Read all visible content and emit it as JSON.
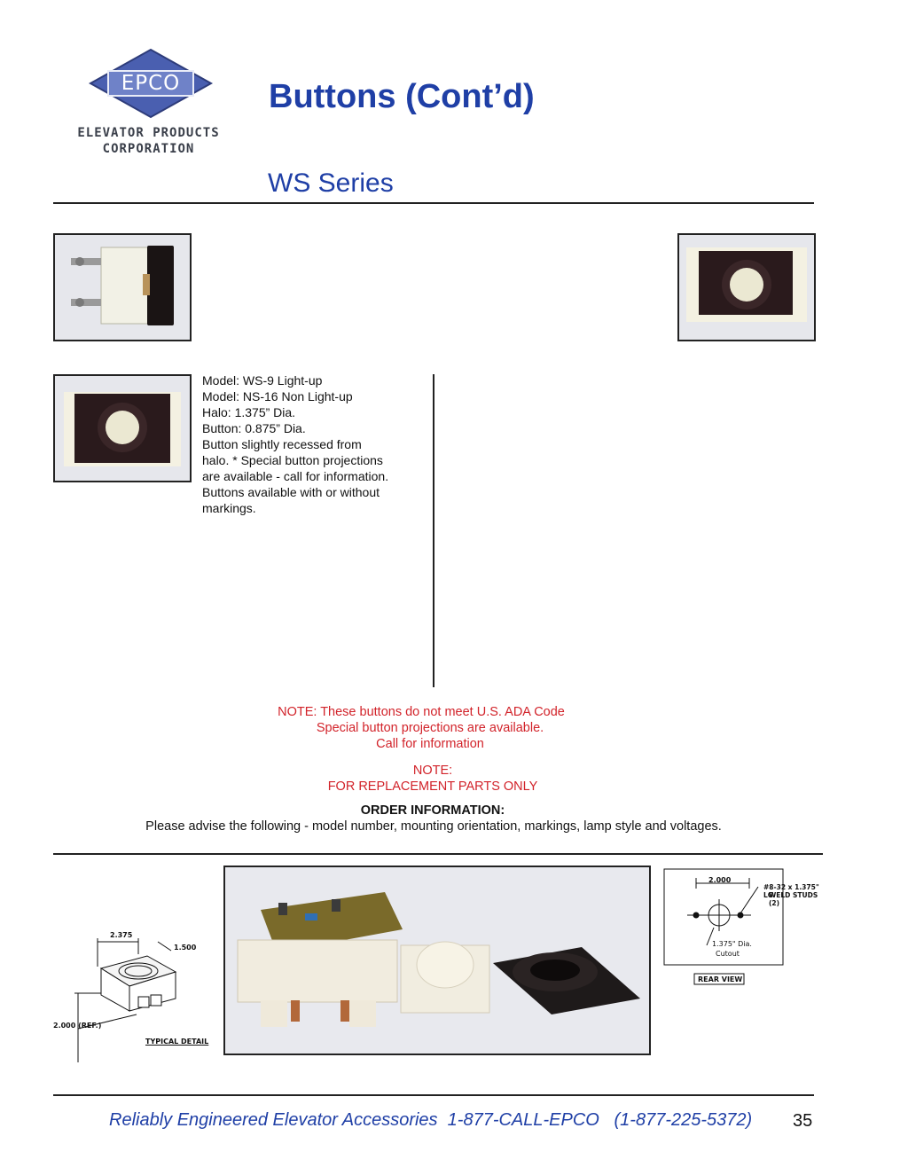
{
  "header": {
    "logo_badge": "EPCO",
    "logo_line1": "ELEVATOR PRODUCTS",
    "logo_line2": "CORPORATION",
    "title": "Buttons (Cont’d)",
    "subtitle": "WS Series"
  },
  "specs": [
    "Model: WS-9  Light-up",
    "Model: NS-16 Non Light-up",
    "Halo: 1.375” Dia.",
    "Button: 0.875” Dia.",
    "Button slightly recessed from",
    "halo. * Special button projections",
    "are available - call for information.",
    "Buttons available with or without",
    "markings."
  ],
  "notes": {
    "ada_line1": "NOTE: These buttons do not meet U.S. ADA Code",
    "ada_line2": "Special button projections are available.",
    "ada_line3": "Call for information",
    "replacement_line1": "NOTE:",
    "replacement_line2": "FOR REPLACEMENT PARTS  ONLY"
  },
  "order": {
    "heading": "ORDER INFORMATION:",
    "text": "Please advise the following - model number, mounting orientation, markings, lamp style and voltages."
  },
  "drawing_left": {
    "dim_width": "2.375",
    "dim_depth": "1.500",
    "dim_height": "2.000 (REF.)",
    "caption": "TYPICAL DETAIL"
  },
  "drawing_right": {
    "dim_spacing": "2.000",
    "studs_line1": "#8-32 x 1.375\" LG",
    "studs_line2": "WELD STUDS (2)",
    "cutout_line1": "1.375\" Dia.",
    "cutout_line2": "Cutout",
    "caption": "REAR VIEW"
  },
  "footer": {
    "tagline": "Reliably Engineered Elevator Accessories  1-877-CALL-EPCO   (1-877-225-5372)",
    "page_number": "35"
  },
  "colors": {
    "brand_blue": "#1f3fa6",
    "note_red": "#d2232a"
  }
}
